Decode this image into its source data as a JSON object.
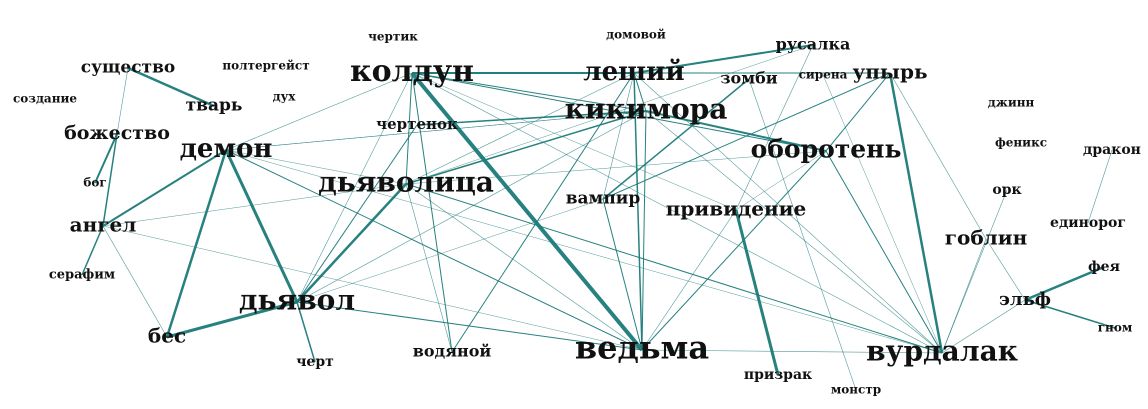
{
  "colors": {
    "edge": "#1a7a78",
    "label": "#111111"
  },
  "nodes": [
    {
      "id": "koldun",
      "label": "колдун"
    },
    {
      "id": "leshiy",
      "label": "леший"
    },
    {
      "id": "kikimora",
      "label": "кикимора"
    },
    {
      "id": "dyavolitsa",
      "label": "дьяволица"
    },
    {
      "id": "demon",
      "label": "демон"
    },
    {
      "id": "dyavol",
      "label": "дьявол"
    },
    {
      "id": "vedma",
      "label": "ведьма"
    },
    {
      "id": "vurdalak",
      "label": "вурдалак"
    },
    {
      "id": "oboroten",
      "label": "оборотень"
    },
    {
      "id": "upyr",
      "label": "упырь"
    },
    {
      "id": "rusalka",
      "label": "русалка"
    },
    {
      "id": "zombi",
      "label": "зомби"
    },
    {
      "id": "sirena",
      "label": "сирена"
    },
    {
      "id": "domovoy",
      "label": "домовой"
    },
    {
      "id": "chertik",
      "label": "чертик"
    },
    {
      "id": "poltergeist",
      "label": "полтергейст"
    },
    {
      "id": "dukh",
      "label": "дух"
    },
    {
      "id": "sushchestvo",
      "label": "существо"
    },
    {
      "id": "tvar",
      "label": "тварь"
    },
    {
      "id": "sozdanie",
      "label": "создание"
    },
    {
      "id": "bozhestvo",
      "label": "божество"
    },
    {
      "id": "bog",
      "label": "бог"
    },
    {
      "id": "angel",
      "label": "ангел"
    },
    {
      "id": "serafim",
      "label": "серафим"
    },
    {
      "id": "bes",
      "label": "бес"
    },
    {
      "id": "chert",
      "label": "черт"
    },
    {
      "id": "chertenok",
      "label": "чертенок"
    },
    {
      "id": "vodyanoy",
      "label": "водяной"
    },
    {
      "id": "vampir",
      "label": "вампир"
    },
    {
      "id": "privedenie",
      "label": "привидение"
    },
    {
      "id": "prizrak",
      "label": "призрак"
    },
    {
      "id": "monstr",
      "label": "монстр"
    },
    {
      "id": "goblin",
      "label": "гоблин"
    },
    {
      "id": "ork",
      "label": "орк"
    },
    {
      "id": "dzhinn",
      "label": "джинн"
    },
    {
      "id": "feniks",
      "label": "феникс"
    },
    {
      "id": "drakon",
      "label": "дракон"
    },
    {
      "id": "edinorog",
      "label": "единорог"
    },
    {
      "id": "feya",
      "label": "фея"
    },
    {
      "id": "elf",
      "label": "эльф"
    },
    {
      "id": "gnom",
      "label": "гном"
    }
  ],
  "edges": [
    [
      "koldun",
      "leshiy",
      2
    ],
    [
      "koldun",
      "vedma",
      4
    ],
    [
      "koldun",
      "kikimora",
      1
    ],
    [
      "koldun",
      "dyavolitsa",
      1
    ],
    [
      "koldun",
      "demon",
      0.6
    ],
    [
      "koldun",
      "vodyanoy",
      1
    ],
    [
      "koldun",
      "privedenie",
      0.5
    ],
    [
      "koldun",
      "vurdalak",
      0.6
    ],
    [
      "koldun",
      "oboroten",
      1
    ],
    [
      "koldun",
      "upyr",
      1
    ],
    [
      "koldun",
      "dyavol",
      0.6
    ],
    [
      "leshiy",
      "rusalka",
      2
    ],
    [
      "leshiy",
      "kikimora",
      1
    ],
    [
      "leshiy",
      "vedma",
      1.5
    ],
    [
      "leshiy",
      "vampir",
      0.6
    ],
    [
      "leshiy",
      "vodyanoy",
      1
    ],
    [
      "leshiy",
      "vurdalak",
      0.6
    ],
    [
      "leshiy",
      "dyavolitsa",
      0.6
    ],
    [
      "kikimora",
      "chertenok",
      1.5
    ],
    [
      "kikimora",
      "dyavolitsa",
      1.5
    ],
    [
      "kikimora",
      "oboroten",
      2
    ],
    [
      "kikimora",
      "vedma",
      1
    ],
    [
      "kikimora",
      "vurdalak",
      0.6
    ],
    [
      "kikimora",
      "demon",
      0.5
    ],
    [
      "kikimora",
      "dyavol",
      0.6
    ],
    [
      "rusalka",
      "privedenie",
      0.6
    ],
    [
      "rusalka",
      "dyavolitsa",
      0.5
    ],
    [
      "zombi",
      "vampir",
      1.5
    ],
    [
      "zombi",
      "monstr",
      0.6
    ],
    [
      "upyr",
      "vampir",
      1
    ],
    [
      "upyr",
      "vurdalak",
      2.5
    ],
    [
      "upyr",
      "oboroten",
      1
    ],
    [
      "upyr",
      "goblin",
      0.6
    ],
    [
      "sirena",
      "vurdalak",
      0.5
    ],
    [
      "oboroten",
      "vedma",
      1
    ],
    [
      "oboroten",
      "vurdalak",
      1
    ],
    [
      "oboroten",
      "privedenie",
      0.5
    ],
    [
      "oboroten",
      "dyavolitsa",
      0.5
    ],
    [
      "privedenie",
      "prizrak",
      3
    ],
    [
      "privedenie",
      "vedma",
      0.6
    ],
    [
      "dyavolitsa",
      "dyavol",
      2.5
    ],
    [
      "dyavolitsa",
      "vurdalak",
      1
    ],
    [
      "dyavolitsa",
      "vedma",
      0.6
    ],
    [
      "dyavolitsa",
      "demon",
      0.5
    ],
    [
      "dyavolitsa",
      "angel",
      0.5
    ],
    [
      "dyavolitsa",
      "vodyanoy",
      0.6
    ],
    [
      "demon",
      "dyavol",
      3
    ],
    [
      "demon",
      "bes",
      2.5
    ],
    [
      "demon",
      "angel",
      2
    ],
    [
      "demon",
      "vedma",
      1
    ],
    [
      "demon",
      "vurdalak",
      0.5
    ],
    [
      "demon",
      "kikimora",
      0.5
    ],
    [
      "dyavol",
      "bes",
      3
    ],
    [
      "dyavol",
      "chert",
      1.5
    ],
    [
      "dyavol",
      "vedma",
      1
    ],
    [
      "dyavol",
      "vampir",
      0.5
    ],
    [
      "dyavol",
      "chertenok",
      1
    ],
    [
      "angel",
      "bes",
      0.6
    ],
    [
      "angel",
      "serafim",
      1.5
    ],
    [
      "angel",
      "vedma",
      0.5
    ],
    [
      "bozhestvo",
      "bog",
      2
    ],
    [
      "bozhestvo",
      "angel",
      1.5
    ],
    [
      "bozhestvo",
      "sushchestvo",
      0.6
    ],
    [
      "sushchestvo",
      "tvar",
      2.5
    ],
    [
      "vedma",
      "vurdalak",
      0.6
    ],
    [
      "vedma",
      "vampir",
      1
    ],
    [
      "vurdalak",
      "goblin",
      0.6
    ],
    [
      "vurdalak",
      "ork",
      0.6
    ],
    [
      "vurdalak",
      "elf",
      0.6
    ],
    [
      "elf",
      "feya",
      2.5
    ],
    [
      "elf",
      "gnom",
      1.5
    ],
    [
      "elf",
      "goblin",
      0.6
    ],
    [
      "drakon",
      "edinorog",
      0.6
    ]
  ]
}
